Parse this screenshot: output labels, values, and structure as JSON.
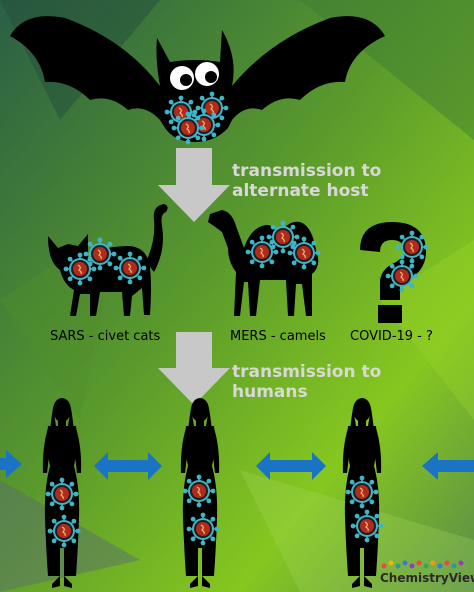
{
  "steps": {
    "alternate_host_line1": "transmission to",
    "alternate_host_line2": "alternate host",
    "humans_line1": "transmission to",
    "humans_line2": "humans"
  },
  "hosts": {
    "sars": "SARS - civet cats",
    "mers": "MERS - camels",
    "covid": "COVID-19 - ?"
  },
  "brand": "ChemistryViews",
  "colors": {
    "bg_top": "#2f6e3f",
    "bg_bottom": "#8fd11d",
    "virus_body": "#b02a1e",
    "virus_spike": "#3fb6c8",
    "arrow_down": "#c8c8c8",
    "arrow_humans": "#1a73c5",
    "silhouette": "#000000"
  }
}
